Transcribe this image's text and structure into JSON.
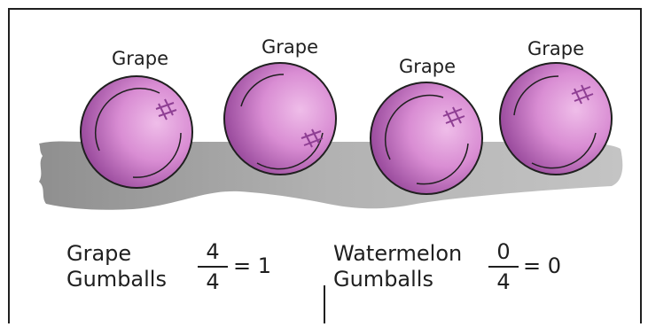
{
  "balls": [
    {
      "label": "Grape"
    },
    {
      "label": "Grape"
    },
    {
      "label": "Grape"
    },
    {
      "label": "Grape"
    }
  ],
  "equations": [
    {
      "name_line1": "Grape",
      "name_line2": "Gumballs",
      "numerator": "4",
      "denominator": "4",
      "result": "= 1"
    },
    {
      "name_line1": "Watermelon",
      "name_line2": "Gumballs",
      "numerator": "0",
      "denominator": "4",
      "result": "= 0"
    }
  ],
  "colors": {
    "gumball_light": "#e6a4df",
    "gumball_dark": "#8e3f93",
    "shadow": "#a9a9a9",
    "frame": "#1f1f1f"
  }
}
